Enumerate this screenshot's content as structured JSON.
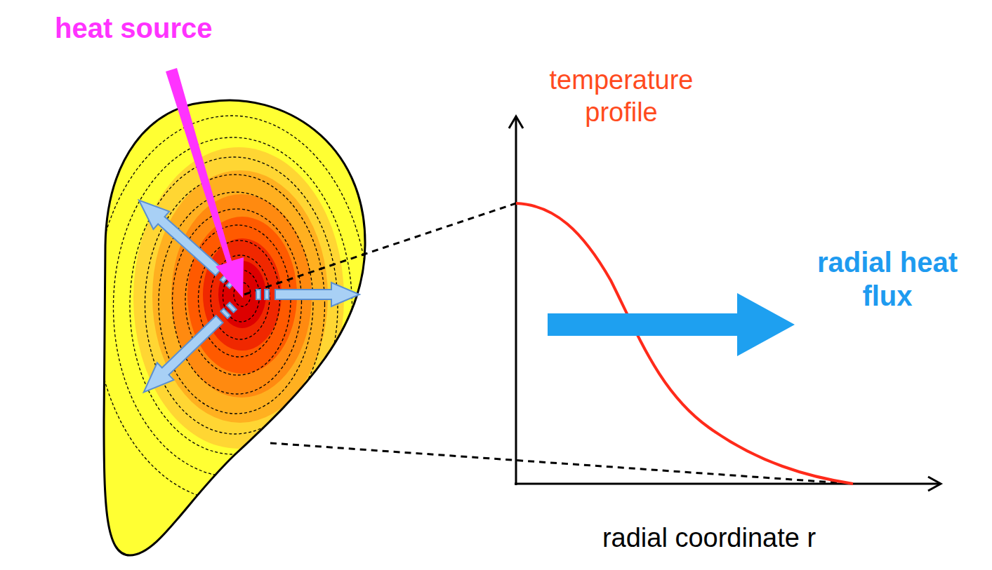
{
  "diagram": {
    "labels": [
      "heat source",
      "temperature profile",
      "radial heat flux",
      "radial coordinate r"
    ]
  }
}
